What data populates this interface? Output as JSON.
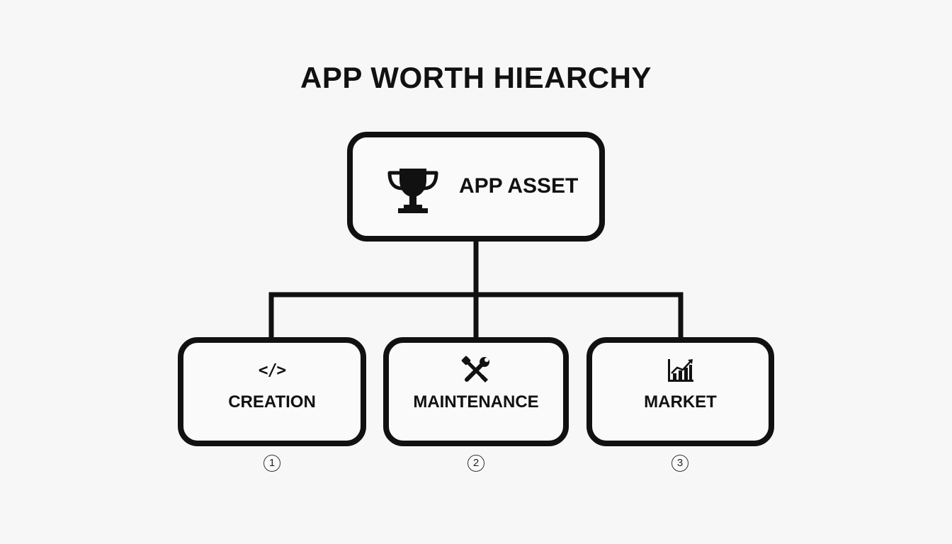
{
  "title": "APP WORTH HIEARCHY",
  "root": {
    "label": "APP ASSET",
    "icon": "trophy-icon"
  },
  "children": [
    {
      "label": "CREATION",
      "icon": "code-icon",
      "icon_glyph": "</>",
      "number": "1"
    },
    {
      "label": "MAINTENANCE",
      "icon": "wrench-screwdriver-icon",
      "number": "2"
    },
    {
      "label": "MARKET",
      "icon": "chart-growth-icon",
      "number": "3"
    }
  ],
  "colors": {
    "stroke": "#111111",
    "background": "#f7f7f7"
  }
}
